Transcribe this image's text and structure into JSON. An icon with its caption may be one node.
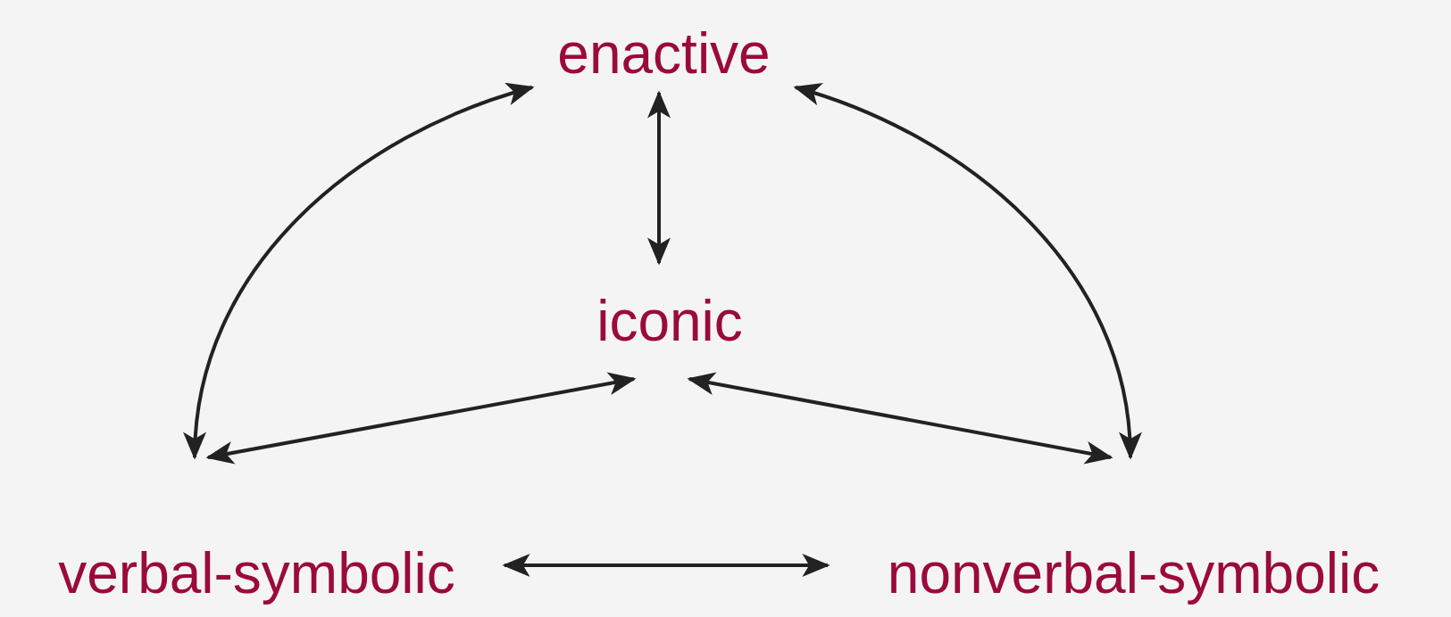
{
  "diagram": {
    "nodes": [
      {
        "text": [
          "enactive"
        ]
      },
      {
        "text": [
          "iconic"
        ]
      },
      {
        "text": [
          "verbal-symbolic"
        ]
      },
      {
        "text": [
          "nonverbal-symbolic"
        ]
      }
    ],
    "edges": [
      {
        "from": 0,
        "to": 1,
        "arrow": "both"
      },
      {
        "from": 0,
        "to": 2,
        "arrow": "both"
      },
      {
        "from": 0,
        "to": 3,
        "arrow": "both"
      },
      {
        "from": 1,
        "to": 2,
        "arrow": "both"
      },
      {
        "from": 1,
        "to": 3,
        "arrow": "both"
      },
      {
        "from": 2,
        "to": 3,
        "arrow": "both"
      }
    ]
  }
}
